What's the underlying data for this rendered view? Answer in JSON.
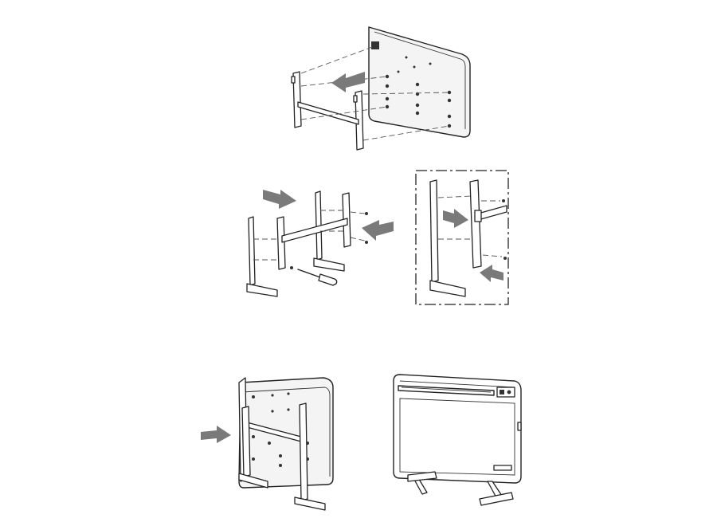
{
  "diagram": {
    "steps": [
      {
        "id": 1,
        "text": ""
      },
      {
        "id": 2,
        "text": ""
      },
      {
        "id": 3,
        "text": ""
      },
      {
        "id": 4,
        "text": ""
      }
    ]
  },
  "colors": {
    "line": "#222222",
    "arrow": "#7a7a7a",
    "background": "#ffffff"
  },
  "icons": [
    "arrow-icon",
    "screwdriver-icon",
    "screw-icon"
  ]
}
